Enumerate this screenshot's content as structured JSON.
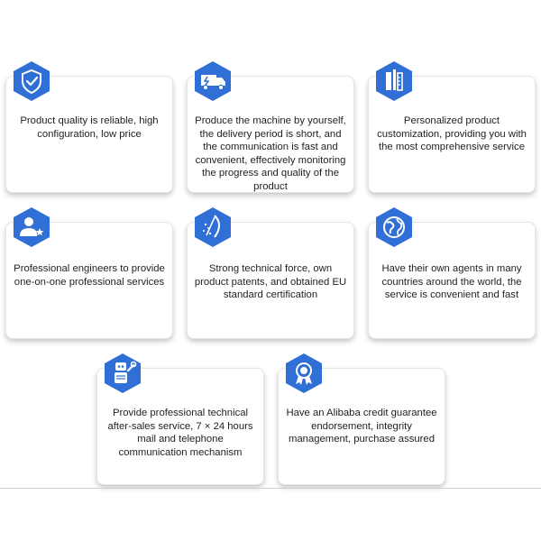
{
  "colors": {
    "accent": "#2f6fd6",
    "accent_dark": "#1f55b3",
    "card_border": "#e3e5e8",
    "text": "#1f1f1f"
  },
  "features": [
    {
      "icon": "shield-check-icon",
      "text": "Product quality is reliable, high configuration, low price"
    },
    {
      "icon": "delivery-truck-icon",
      "text": "Produce the machine by yourself, the delivery period is short, and the communication is fast and convenient, effectively monitoring the progress and quality of the product"
    },
    {
      "icon": "customization-tools-icon",
      "text": "Personalized product customization, providing you with the most comprehensive service"
    },
    {
      "icon": "engineer-user-icon",
      "text": "Professional engineers to provide one-on-one professional services"
    },
    {
      "icon": "patent-certification-icon",
      "text": "Strong technical force, own product patents, and obtained EU standard certification"
    },
    {
      "icon": "globe-agents-icon",
      "text": "Have their own agents in many countries around the world, the service is convenient and fast"
    },
    {
      "icon": "support-robot-icon",
      "text": "Provide professional technical after-sales service, 7 × 24 hours mail and telephone communication mechanism"
    },
    {
      "icon": "credit-badge-icon",
      "text": "Have an Alibaba credit guarantee endorsement, integrity management, purchase assured"
    }
  ]
}
